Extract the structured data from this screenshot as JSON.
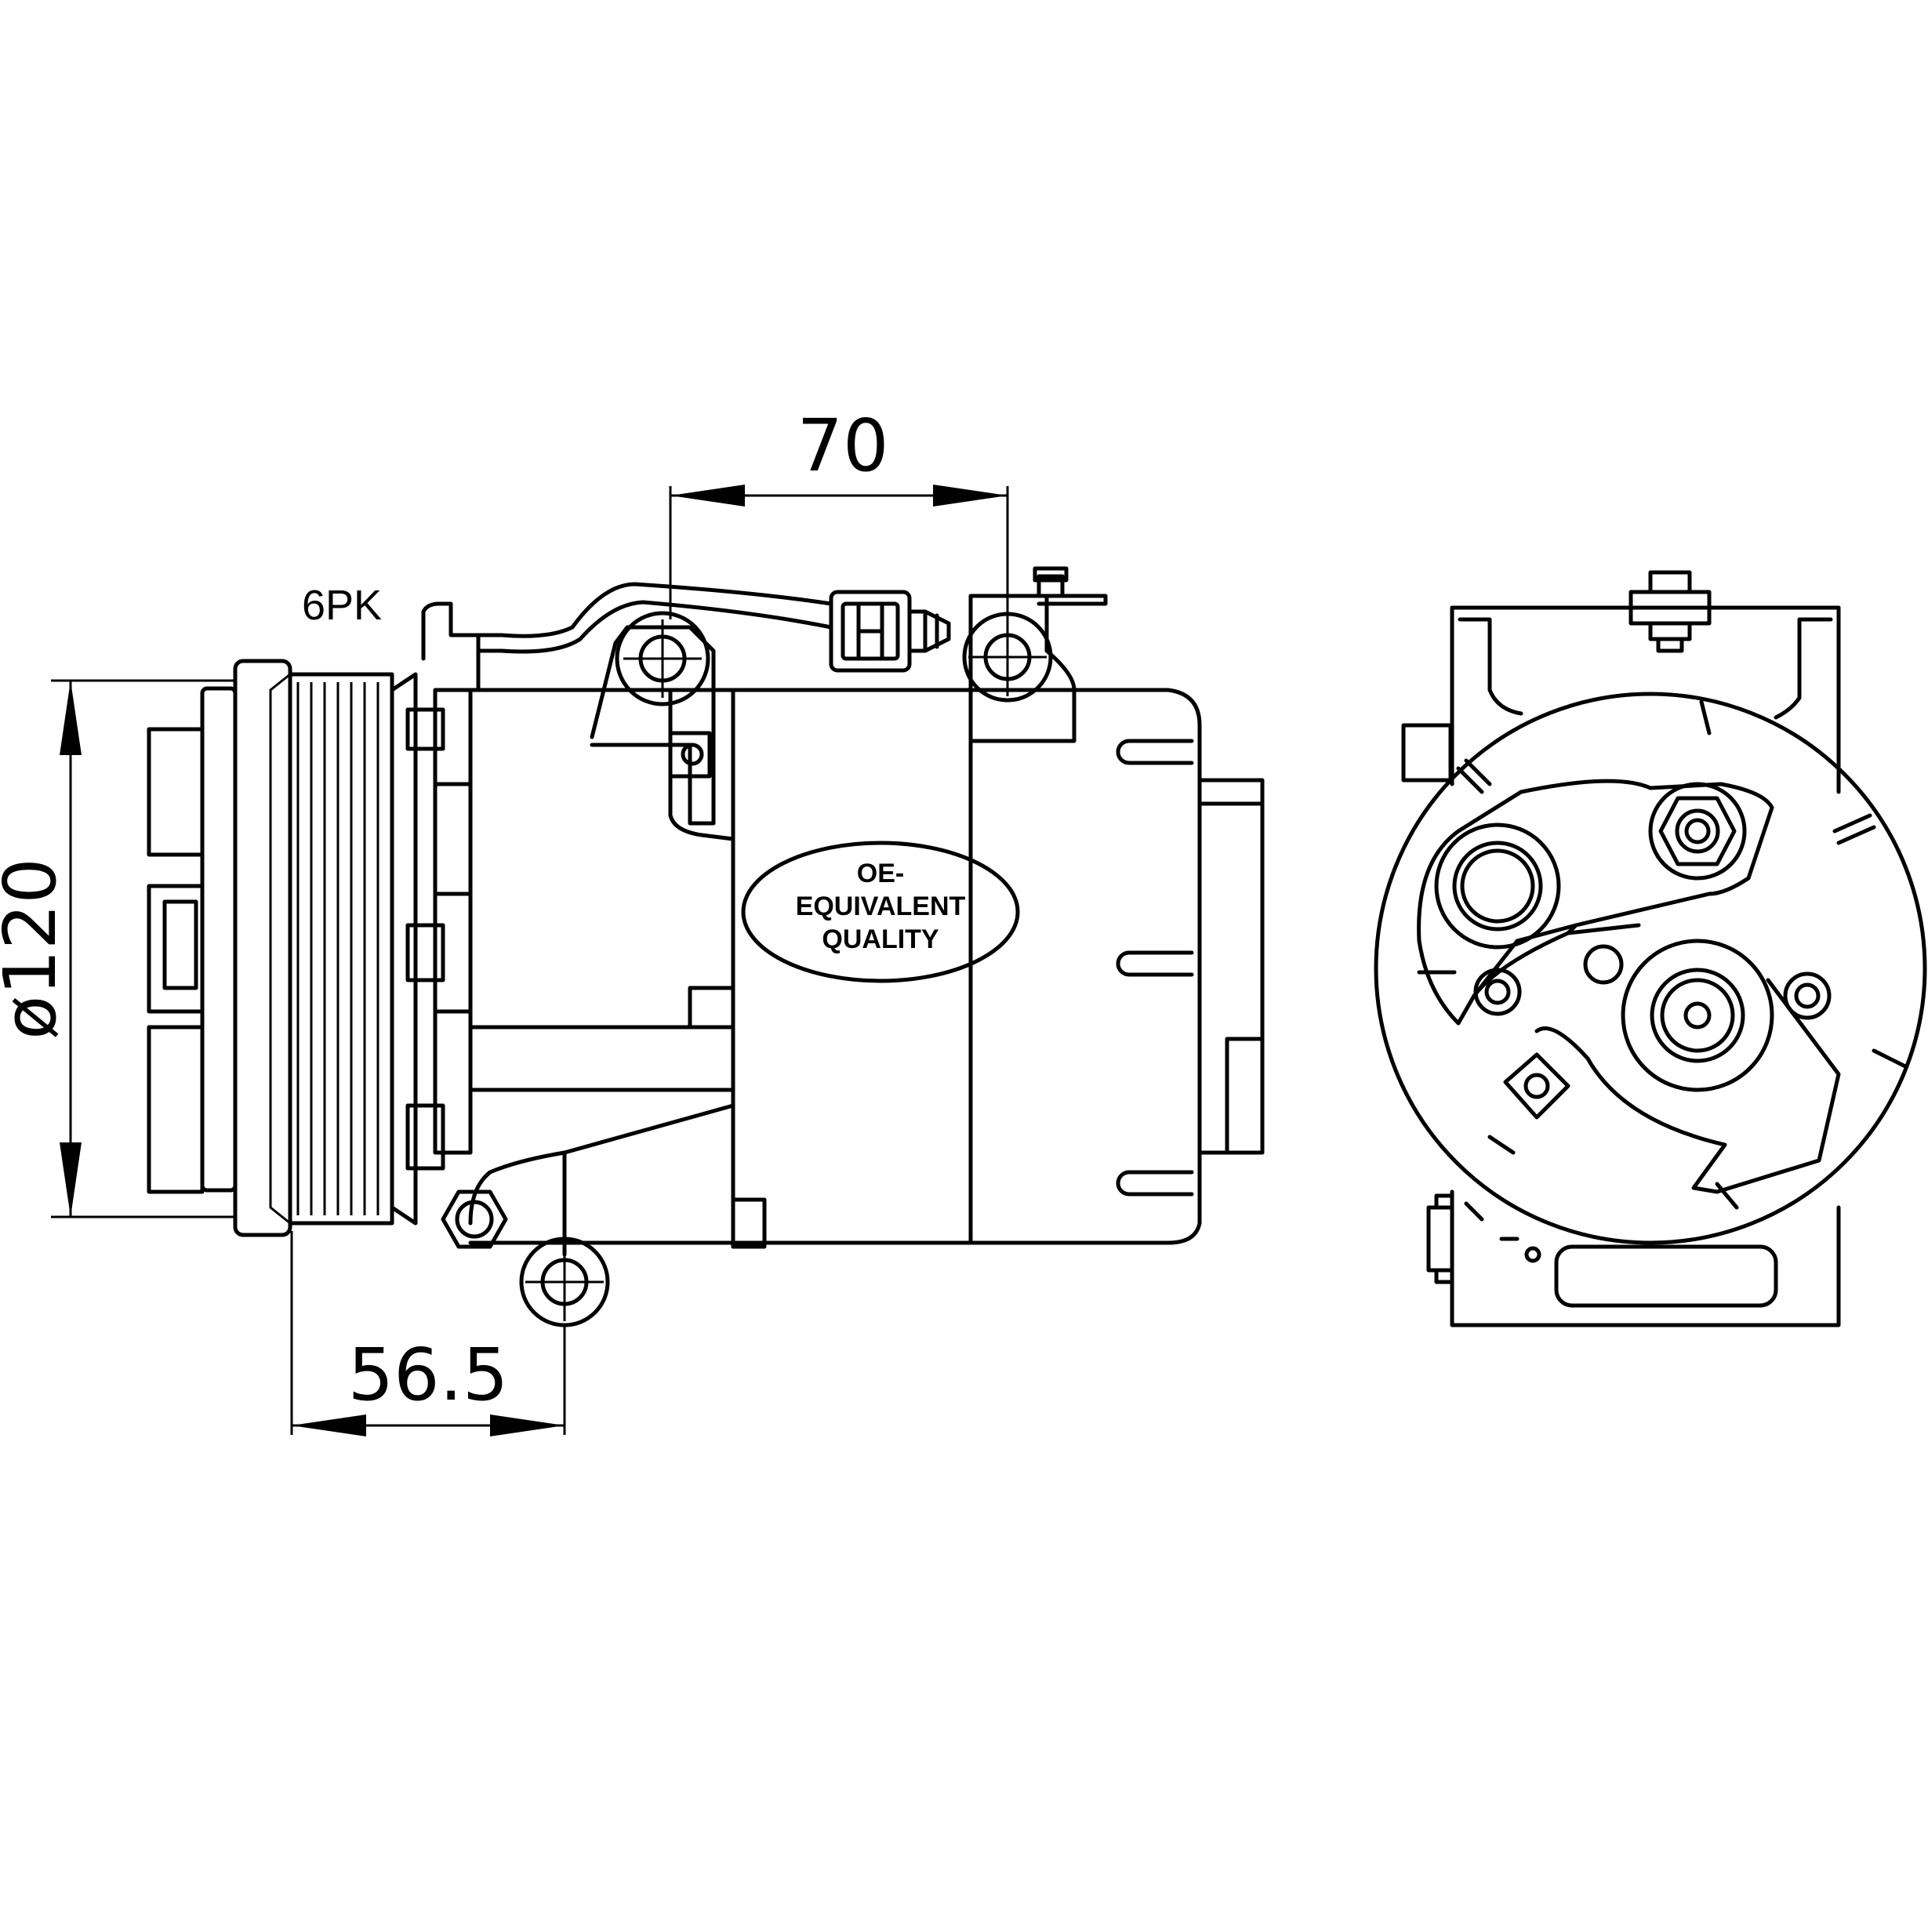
{
  "dimensions": {
    "width_top": "70",
    "offset_bottom": "56.5",
    "diameter": "ø120"
  },
  "labels": {
    "belt": "6PK",
    "badge_line1": "OE-",
    "badge_line2": "EQUIVALENT",
    "badge_line3": "QUALITY"
  }
}
